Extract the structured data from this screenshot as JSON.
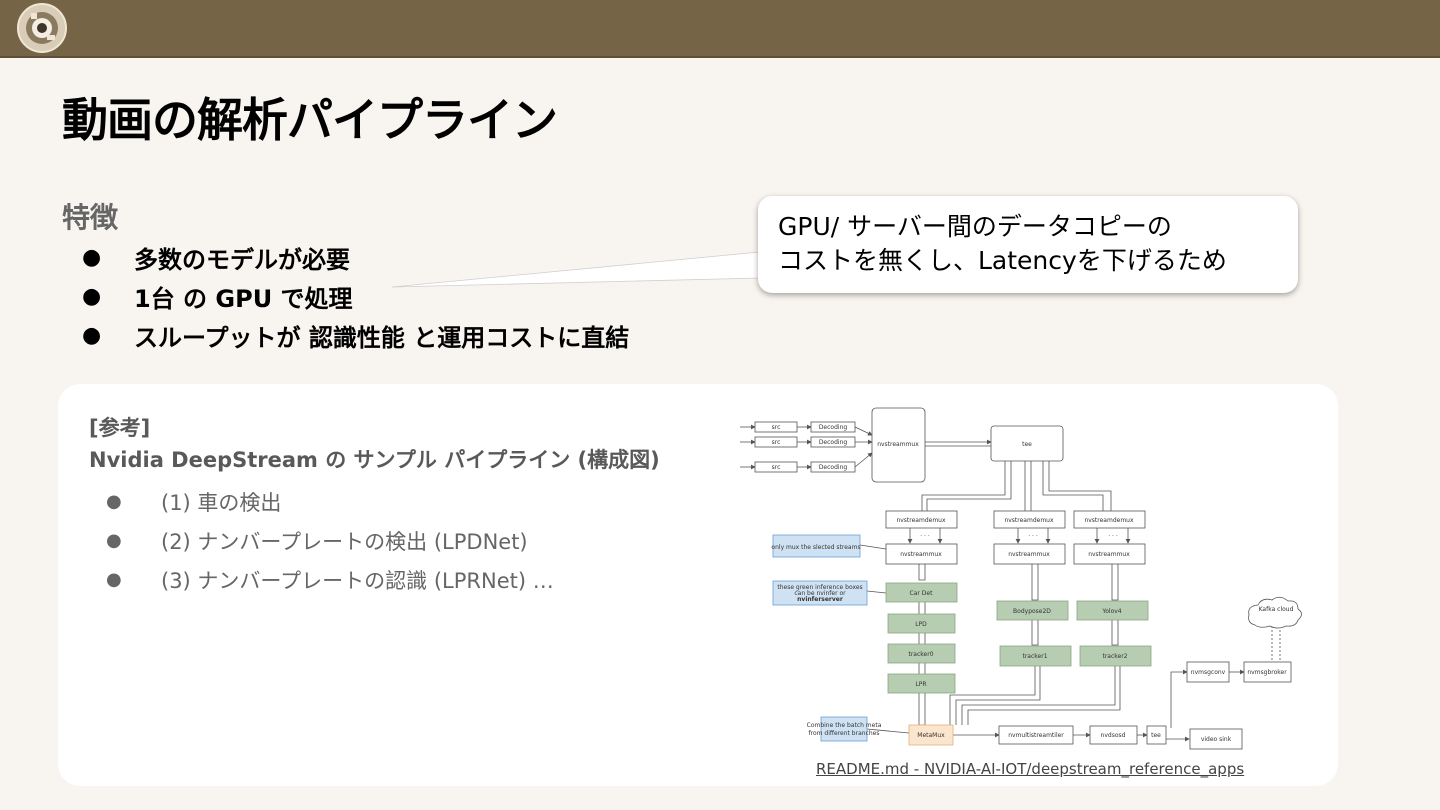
{
  "title": "動画の解析パイプライン",
  "features": {
    "heading": "特徴",
    "items": [
      "多数のモデルが必要",
      "1台 の GPU で処理",
      "スループットが  認識性能 と運用コストに直結"
    ]
  },
  "callout": {
    "line1": "GPU/ サーバー間のデータコピーの",
    "line2": "コストを無くし、Latencyを下げるため"
  },
  "reference": {
    "label": "[参考]",
    "heading": "Nvidia DeepStream の サンプル パイプライン (構成図)",
    "items": [
      "(1) 車の検出",
      "(2) ナンバープレートの検出 (LPDNet)",
      "(3) ナンバープレートの認識 (LPRNet) …"
    ]
  },
  "diagram": {
    "src": "src",
    "decoding": "Decoding",
    "streammux": "nvstreammux",
    "tee": "tee",
    "demux": "nvstreamdemux",
    "dots": "· · ·",
    "note_mux": "only mux the slected streams",
    "note_infer1": "these green inference boxes",
    "note_infer2": "can be nvinfer or",
    "note_infer3": "nvinferserver",
    "cardet": "Car Det",
    "lpd": "LPD",
    "tracker0": "tracker0",
    "lpr": "LPR",
    "bodypose": "Bodypose2D",
    "tracker1": "tracker1",
    "yolo": "Yolov4",
    "tracker2": "tracker2",
    "note_meta1": "Combine the batch meta",
    "note_meta2": "from different branches",
    "metamux": "MetaMux",
    "tiler": "nvmultistreamtiler",
    "osd": "nvdsosd",
    "tee2": "tee",
    "sink": "video sink",
    "msgconv": "nvmsgconv",
    "msgbroker": "nvmsgbroker",
    "cloud": "Kafka cloud"
  },
  "source_link": "README.md - NVIDIA-AI-IOT/deepstream_reference_apps",
  "colors": {
    "topbar": "#766447",
    "background": "#f8f4ef",
    "infer_box": "#b7cdb1",
    "note_box": "#cfe2f3",
    "metamux_box": "#fce5cd"
  }
}
